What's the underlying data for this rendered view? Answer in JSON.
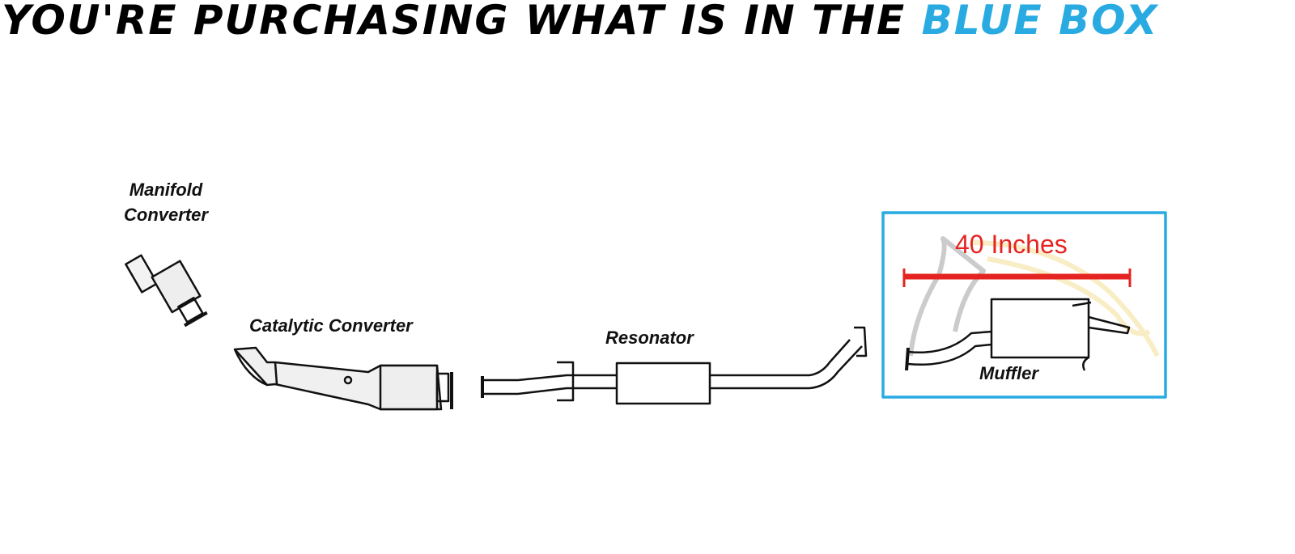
{
  "title": {
    "prefix": "YOU'RE PURCHASING WHAT IS IN THE",
    "highlight": "BLUE BOX"
  },
  "labels": {
    "manifold_line1": "Manifold",
    "manifold_line2": "Converter",
    "catalytic": "Catalytic Converter",
    "resonator": "Resonator",
    "muffler": "Muffler"
  },
  "dimension": "40 Inches",
  "colors": {
    "highlight": "#29abe2",
    "dimension": "#e52421",
    "box": "#29abe2"
  }
}
